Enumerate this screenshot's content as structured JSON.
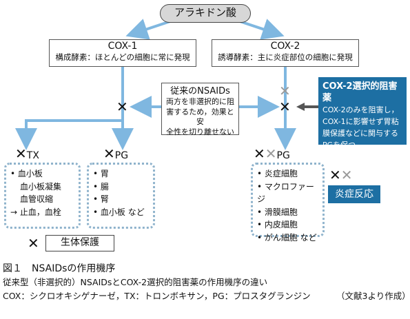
{
  "arachidonic_acid": "アラキドン酸",
  "cox1": {
    "title": "COX-1",
    "desc": "構成酵素：ほとんどの細胞に常に発現"
  },
  "cox2": {
    "title": "COX-2",
    "desc": "誘導酵素：主に炎症部位の細胞に発現"
  },
  "nsaids": {
    "title": "従来のNSAIDs",
    "lines": [
      "両方を非選択的に阻",
      "害するため，効果と安",
      "全性を切り離せない"
    ]
  },
  "cox2_inhibitor": {
    "title": "COX-2選択的阻害薬",
    "lines": [
      "COX-2のみを阻害し，",
      "COX-1に影響せず胃粘",
      "膜保護などに関与する",
      "PGを保つ"
    ]
  },
  "labels": {
    "tx": "TX",
    "pg": "PG"
  },
  "tx_list": [
    "• 血小板",
    "血小板凝集",
    "血管収縮",
    "→ 止血，血栓"
  ],
  "pg1_list": [
    "• 胃",
    "• 腸",
    "• 腎",
    "• 血小板 など"
  ],
  "pg2_list": [
    "• 炎症細胞",
    "• マクロファージ",
    "• 滑膜細胞",
    "• 内皮細胞",
    "• がん細胞 など"
  ],
  "biological_protection": "生体保護",
  "inflammation": "炎症反応",
  "caption": {
    "title": "図１　NSAIDsの作用機序",
    "line1": "従来型（非選択的）NSAIDsとCOX-2選択的阻害薬の作用機序の違い",
    "line2": "COX：シクロオキシゲナーゼ，TX：トロンボキサン，PG：プロスタグランジン",
    "credit": "（文献3より作成）"
  },
  "marks": {
    "x": "✕"
  },
  "colors": {
    "arrow": "#7fb7e0",
    "blue_box": "#1d6fa3",
    "grey_x": "#9a9a9a",
    "dotted": "#8fb3cc"
  }
}
